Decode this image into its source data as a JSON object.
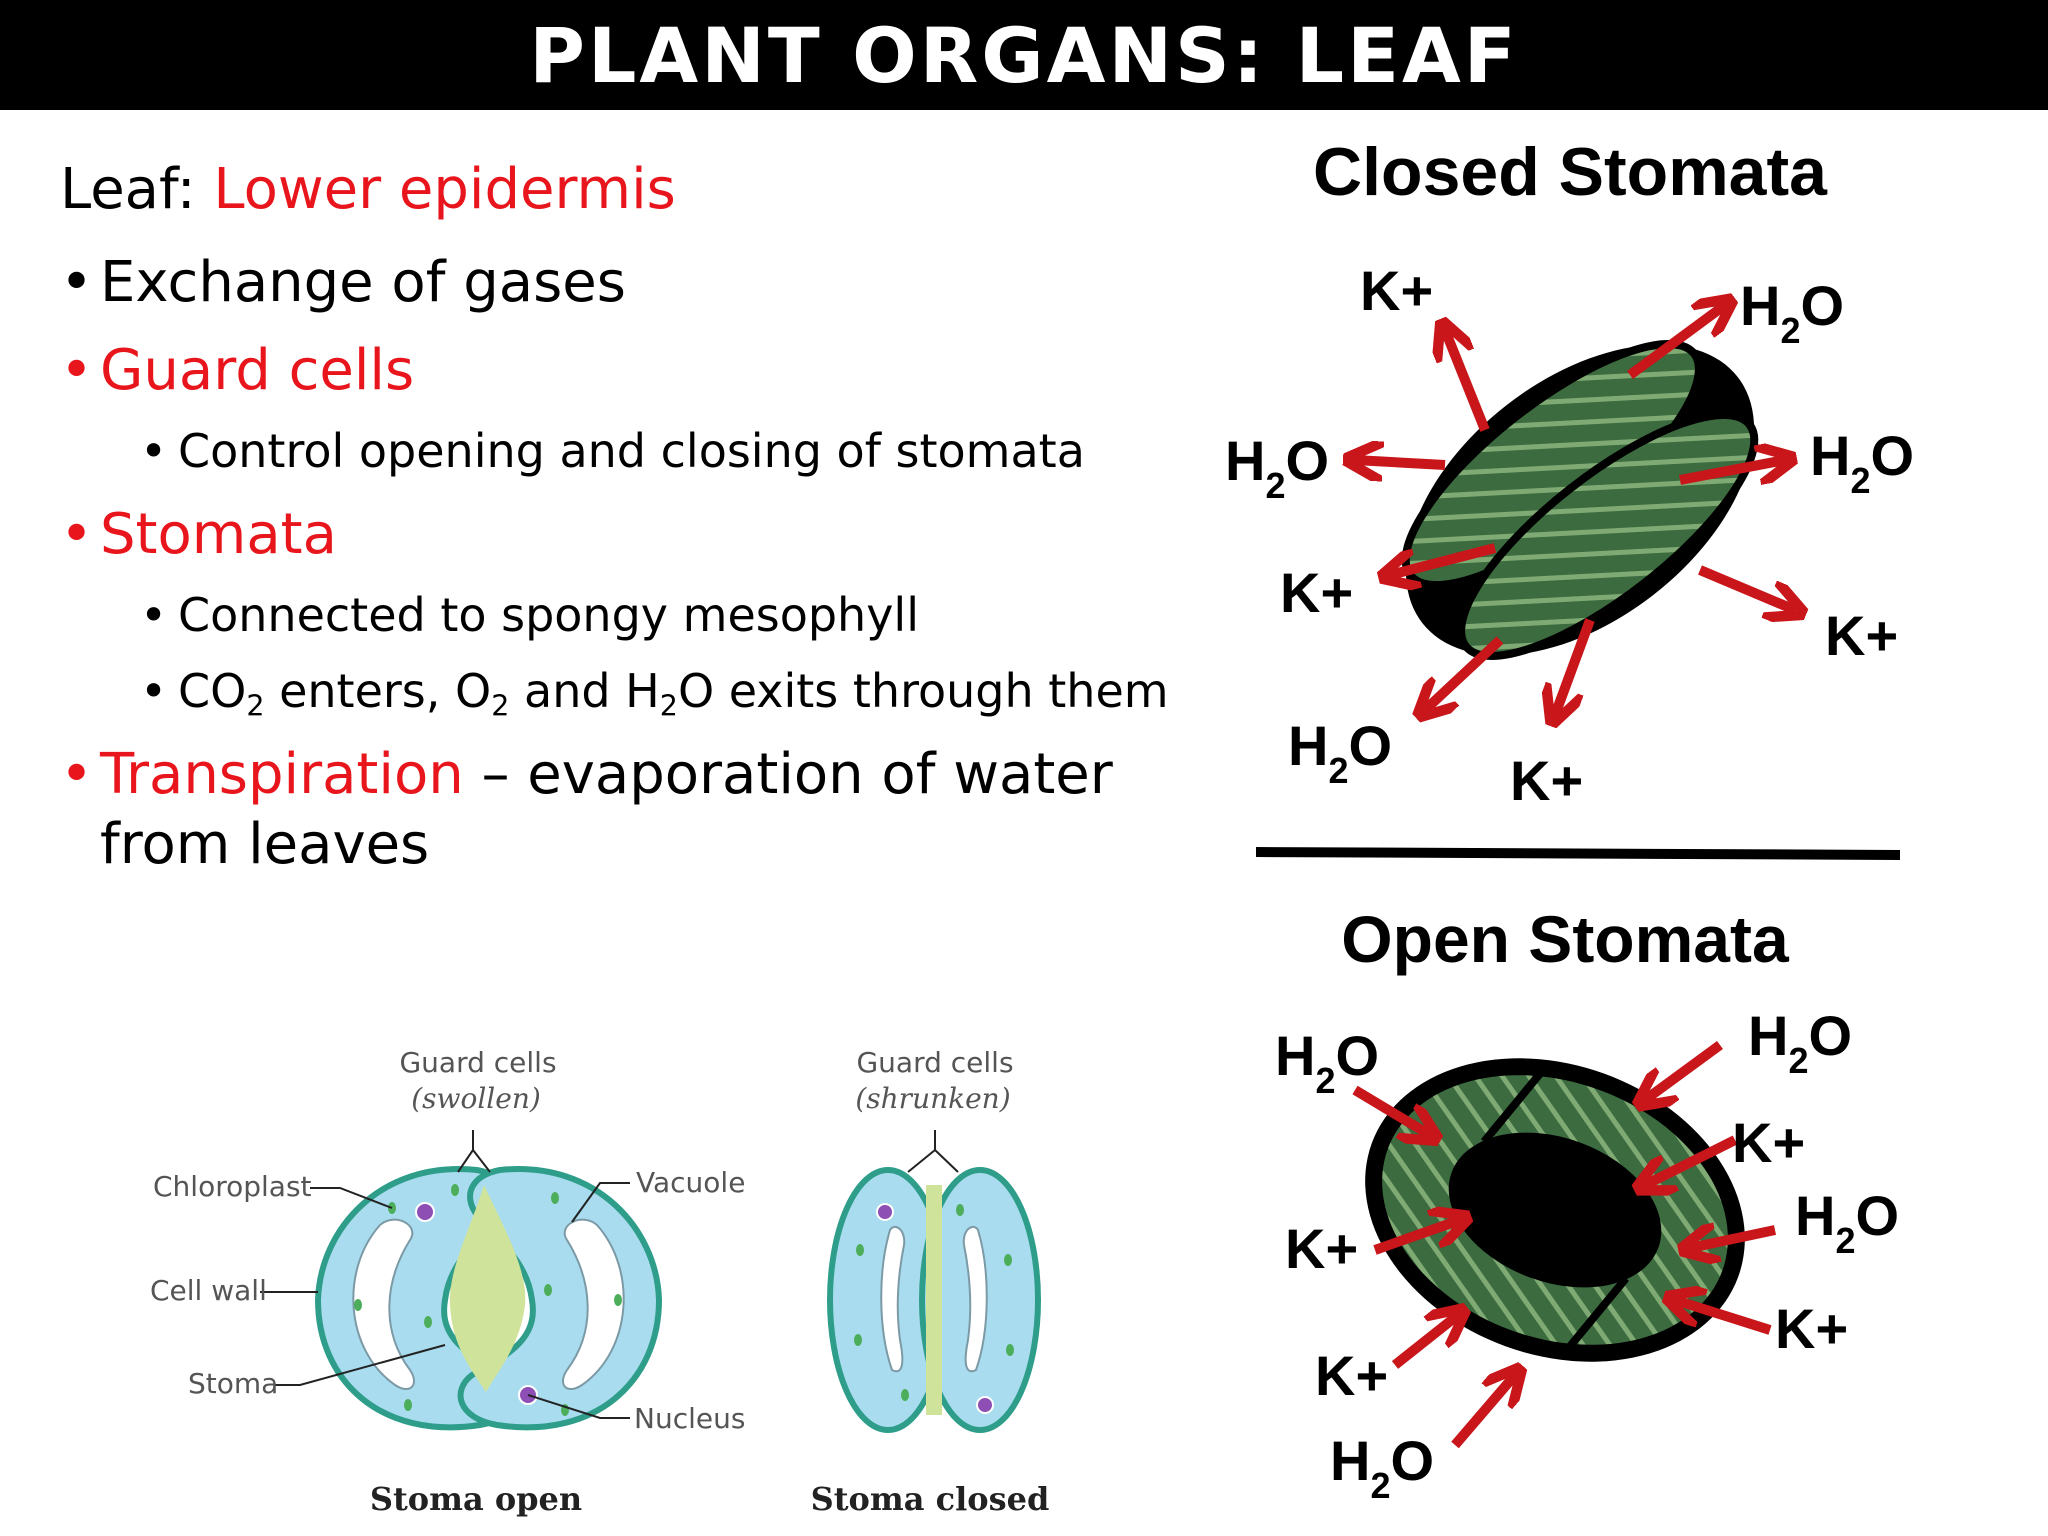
{
  "title": "PLANT ORGANS: LEAF",
  "heading": {
    "prefix": "Leaf: ",
    "highlight": "Lower epidermis"
  },
  "bullets": {
    "exchange": "Exchange of gases",
    "guard_cells": "Guard cells",
    "guard_cells_sub": "Control opening and closing of stomata",
    "stomata": "Stomata",
    "stomata_sub1": "Connected to spongy mesophyll",
    "stomata_sub2": {
      "a": "CO",
      "a_sub": "2",
      "b": " enters, O",
      "b_sub": "2",
      "c": " and H",
      "c_sub": "2",
      "d": "O exits through them"
    },
    "transpiration": "Transpiration",
    "transpiration_rest": " – evaporation of water from leaves"
  },
  "closed_panel": {
    "title": "Closed Stomata",
    "ions": [
      "K+",
      "H2O",
      "H2O",
      "H2O",
      "K+",
      "K+",
      "H2O",
      "K+"
    ]
  },
  "open_panel": {
    "title": "Open Stomata",
    "ions": [
      "H2O",
      "H2O",
      "K+",
      "H2O",
      "K+",
      "K+",
      "K+",
      "H2O"
    ]
  },
  "small_diagram": {
    "guard_cells_open": "Guard cells",
    "swollen": "(swollen)",
    "guard_cells_closed": "Guard cells",
    "shrunken": "(shrunken)",
    "chloroplast": "Chloroplast",
    "cell_wall": "Cell wall",
    "stoma": "Stoma",
    "vacuole": "Vacuole",
    "nucleus": "Nucleus",
    "caption_open": "Stoma open",
    "caption_closed": "Stoma closed"
  },
  "colors": {
    "title_bar": "#000000",
    "highlight": "#e8161c",
    "arrow": "#c8161a",
    "guard_green": "#3b6b3f",
    "cell_blue": "#a9dcef"
  }
}
